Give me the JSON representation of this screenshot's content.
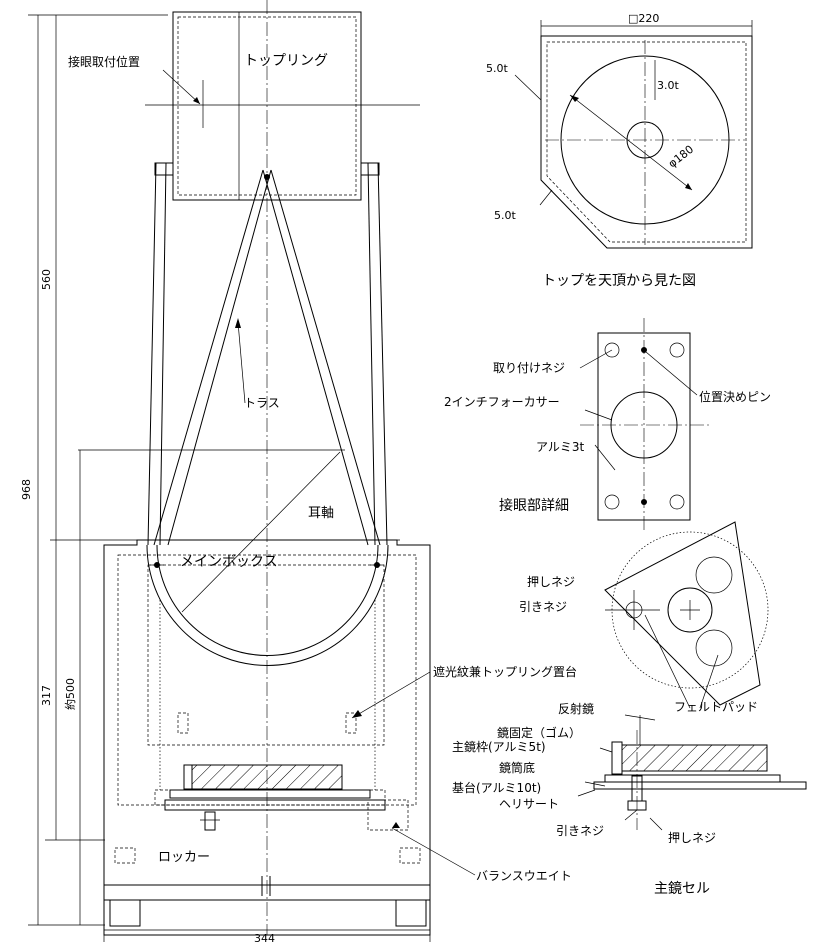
{
  "dimensions": {
    "total_height": "968",
    "upper_height": "560",
    "lower_height": "317",
    "approx_500": "約500",
    "base_width": "344",
    "top_square": "□220",
    "mirror_dia": "φ180"
  },
  "labels": {
    "top_ring": "トップリング",
    "eyepiece_pos": "接眼取付位置",
    "truss": "トラス",
    "trunnion": "耳軸",
    "main_box": "メインボックス",
    "light_shield": "遮光紋兼トップリング置台",
    "rocker": "ロッカー",
    "balance_weight": "バランスウエイト"
  },
  "top_view": {
    "thick_a": "5.0t",
    "thick_b": "3.0t",
    "thick_c": "5.0t",
    "caption": "トップを天頂から見た図"
  },
  "eyepiece_detail": {
    "screws": "取り付けネジ",
    "pin": "位置決めピン",
    "focuser": "2インチフォーカサー",
    "aluminum": "アルミ3t",
    "caption": "接眼部詳細"
  },
  "mirror_cell": {
    "push_screw": "押しネジ",
    "pull_screw": "引きネジ",
    "felt_pad": "フェルトパッド",
    "mirror": "反射鏡",
    "mirror_fix": "鏡固定（ゴム）",
    "frame": "主鏡枠(アルミ5t)",
    "tube_bottom": "鏡筒底",
    "base": "基台(アルミ10t)",
    "helisert": "ヘリサート",
    "pull_screw_2": "引きネジ",
    "push_screw_2": "押しネジ",
    "caption": "主鏡セル"
  }
}
